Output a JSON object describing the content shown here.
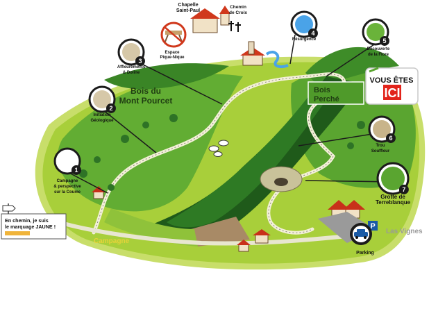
{
  "colors": {
    "light_green": "#a8cf3a",
    "mid_green": "#4f9a2a",
    "dark_green": "#1f5a1a",
    "marker": "#1b1b1b",
    "ici_red": "#e2231a",
    "yellow_trail": "#f0b43a",
    "parking_blue": "#1a5aa6"
  },
  "markers": [
    {
      "number": "1",
      "icon": "cow-icon",
      "label_lines": [
        "Campagne",
        "& perspective",
        "sur la Coume"
      ]
    },
    {
      "number": "2",
      "icon": "rock-icon",
      "label_lines": [
        "Initiation",
        "Géologique"
      ]
    },
    {
      "number": "3",
      "icon": "outcrop-icon",
      "label_lines": [
        "Affleurements",
        "& Doline"
      ]
    },
    {
      "number": "4",
      "icon": "spring-icon",
      "label_lines": [
        "Résurgence"
      ]
    },
    {
      "number": "5",
      "icon": "leaf-icon",
      "label_lines": [
        "Découverte",
        "de la Flore"
      ]
    },
    {
      "number": "6",
      "icon": "hole-icon",
      "label_lines": [
        "Trou",
        "Souffleur"
      ]
    },
    {
      "number": "7",
      "icon": "frog-icon",
      "label_lines": [
        "Grotte de",
        "Terreblanque"
      ]
    }
  ],
  "places": {
    "chapelle_line1": "Chapelle",
    "chapelle_line2": "Saint-Paul",
    "chemin_line1": "Chemin",
    "chemin_line2": "de Croix",
    "picnic_line1": "Espace",
    "picnic_line2": "Pique-Nique",
    "bois_mont_line1": "Bois du",
    "bois_mont_line2": "Mont Pourcet",
    "bois_perche_line1": "Bois",
    "bois_perche_line2": "Perché",
    "campagne": "Campagne",
    "las_vignes": "Las Vignes",
    "parking": "Parking",
    "parking_sign": "P"
  },
  "here_badge": {
    "line1": "VOUS ÊTES",
    "line2": "ICI"
  },
  "legend": {
    "line1": "En chemin, je suis",
    "line2": "le marquage JAUNE !"
  }
}
